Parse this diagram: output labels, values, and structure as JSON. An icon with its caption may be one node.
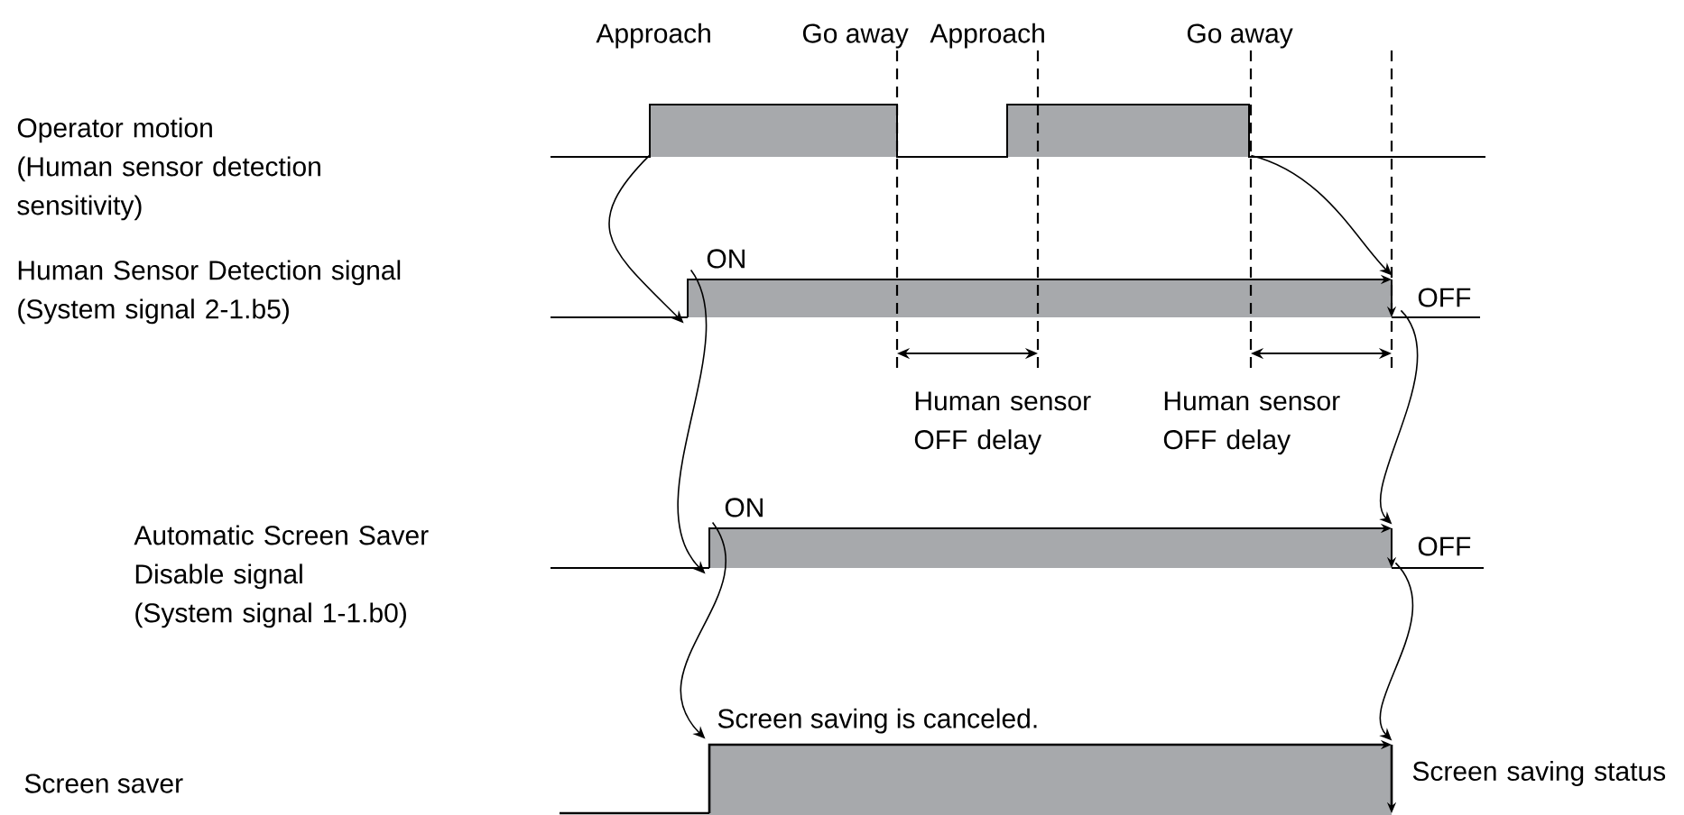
{
  "diagram": {
    "nodes": [
      {
        "text": [],
        "shape": "bar"
      },
      {
        "text": [],
        "shape": "bar"
      },
      {
        "text": [],
        "shape": "bar",
        "beside": [
          "ON",
          "OFF"
        ]
      },
      {
        "text": [],
        "shape": "bar",
        "beside": [
          "ON",
          "OFF"
        ]
      },
      {
        "text": [],
        "shape": "bar",
        "beside": [
          "Screen saving is canceled.",
          "Screen saving status"
        ]
      }
    ],
    "edges": [
      {
        "from": 0,
        "to": 2,
        "arrow": "to"
      },
      {
        "from": 2,
        "to": 3,
        "arrow": "to"
      },
      {
        "from": 3,
        "to": 4,
        "arrow": "to"
      },
      {
        "from": 1,
        "to": 2,
        "arrow": "to"
      },
      {
        "from": 2,
        "to": 3,
        "arrow": "to"
      },
      {
        "from": 3,
        "to": 4,
        "arrow": "to"
      }
    ],
    "labels": [
      "Approach",
      "Go away",
      "Approach",
      "Go away",
      "Operator motion (Human sensor detection sensitivity)",
      "Human Sensor Detection signal (System signal 2-1.b5)",
      "Human sensor OFF delay",
      "Human sensor OFF delay",
      "Automatic Screen Saver Disable signal (System signal 1-1.b0)",
      "Screen saver"
    ]
  }
}
